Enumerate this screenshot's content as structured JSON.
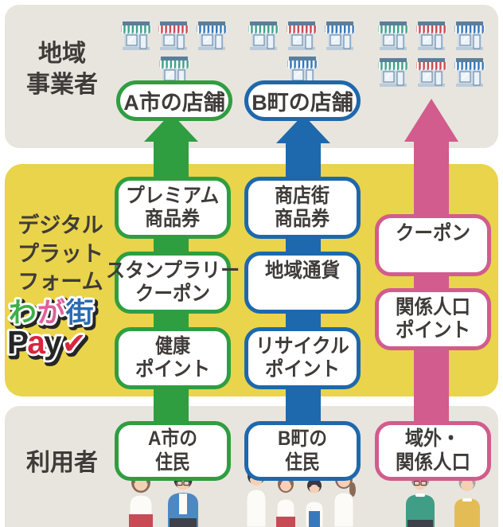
{
  "colors": {
    "green": "#2f9e41",
    "blue": "#1e68ad",
    "pink": "#d15c8d",
    "yellow": "#e9d44b",
    "card": "#e8e5de",
    "text": "#3f3b39",
    "shop_trim": "#5b7e9b",
    "shop_body": "#cfdce8",
    "shop_window": "#ebf2f8",
    "shop_base": "#bccbd9",
    "awning_teal": "#3fa38c",
    "awning_red": "#cc4a52",
    "awning_blue": "#3779bd",
    "logo_green": "#3fae49",
    "logo_pink": "#e0609a",
    "logo_blue": "#2b6bb2",
    "logo_red": "#d7263d",
    "logo_dark": "#262626",
    "skin": "#f5d0b5",
    "hair_brown": "#8a6a57",
    "hair_dark": "#3b393d",
    "hair_gray": "#9b9b98",
    "cloth_white": "#fcfbf7",
    "cloth_red": "#c84a55",
    "cloth_blue": "#4d88c2",
    "cloth_teal": "#3f9e85",
    "cloth_mustard": "#e3bc55",
    "cloth_pants": "#3e4149"
  },
  "sections": {
    "businesses_label": [
      "地域",
      "事業者"
    ],
    "platform_label": [
      "デジタル",
      "プラット",
      "フォーム"
    ],
    "users_label": "利用者"
  },
  "logo": {
    "wa": "わ",
    "ga": "が",
    "machi": "街",
    "p": "P",
    "a": "a",
    "y": "y",
    "check": "✔"
  },
  "columns": [
    {
      "name": "a-city",
      "shop_pill": "A市の店舗",
      "items": [
        [
          "プレミアム",
          "商品券"
        ],
        [
          "スタンプラリー",
          "クーポン"
        ],
        [
          "健康",
          "ポイント"
        ]
      ],
      "user": [
        "A市の",
        "住民"
      ]
    },
    {
      "name": "b-town",
      "shop_pill": "B町の店舗",
      "items": [
        [
          "商店街",
          "商品券"
        ],
        [
          "地域通貨",
          ""
        ],
        [
          "リサイクル",
          "ポイント"
        ]
      ],
      "user": [
        "B町の",
        "住民"
      ]
    },
    {
      "name": "outside-region",
      "shop_pill": "",
      "items": [
        [
          "クーポン",
          ""
        ],
        [
          "関係人口",
          "ポイント"
        ]
      ],
      "user": [
        "域外・",
        "関係人口"
      ]
    }
  ]
}
